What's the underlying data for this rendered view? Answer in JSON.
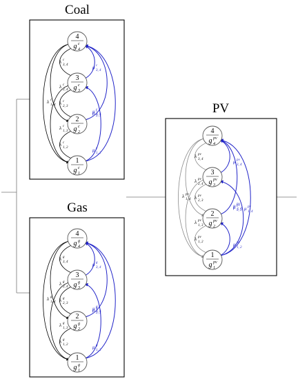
{
  "colors": {
    "forward": "#000000",
    "reverse": "#1f22c8",
    "box": "#000000",
    "pv_forward": "#8a8a8a"
  },
  "blocks": [
    {
      "key": "coal",
      "title": "Coal",
      "states": [
        {
          "num": "4",
          "g": "g",
          "sub": "4",
          "sup": "c"
        },
        {
          "num": "3",
          "g": "g",
          "sub": "3",
          "sup": "c"
        },
        {
          "num": "2",
          "g": "g",
          "sub": "2",
          "sup": "c"
        },
        {
          "num": "1",
          "g": "g",
          "sub": "1",
          "sup": "c"
        }
      ],
      "forward_labels": [
        {
          "sym": "λ",
          "sup": "c",
          "sub": "3, 4"
        },
        {
          "sym": "λ",
          "sup": "c",
          "sub": "2, 4"
        },
        {
          "sym": "λ",
          "sup": "c",
          "sub": "2, 3"
        },
        {
          "sym": "λ",
          "sup": "c",
          "sub": "1, 4"
        },
        {
          "sym": "λ",
          "sup": "c",
          "sub": "1, 3"
        },
        {
          "sym": "λ",
          "sup": "c",
          "sub": "1, 2"
        }
      ],
      "reverse_labels": [
        {
          "sym": "μ",
          "sup": "c",
          "sub": "3, 4"
        },
        {
          "sym": "μ",
          "sup": "c",
          "sub": "2, 4"
        },
        {
          "sym": "μ",
          "sup": "c",
          "sub": "2, 3"
        },
        {
          "sym": "μ",
          "sup": "c",
          "sub": "1, 2"
        }
      ]
    },
    {
      "key": "gas",
      "title": "Gas",
      "states": [
        {
          "num": "4",
          "g": "g",
          "sub": "4",
          "sup": "g"
        },
        {
          "num": "3",
          "g": "g",
          "sub": "3",
          "sup": "g"
        },
        {
          "num": "2",
          "g": "g",
          "sub": "2",
          "sup": "g"
        },
        {
          "num": "1",
          "g": "g",
          "sub": "1",
          "sup": "g"
        }
      ],
      "forward_labels": [
        {
          "sym": "λ",
          "sup": "g",
          "sub": "3, 4"
        },
        {
          "sym": "λ",
          "sup": "g",
          "sub": "2, 4"
        },
        {
          "sym": "λ",
          "sup": "g",
          "sub": "2, 3"
        },
        {
          "sym": "λ",
          "sup": "g",
          "sub": "1, 4"
        },
        {
          "sym": "λ",
          "sup": "g",
          "sub": "1, 3"
        },
        {
          "sym": "λ",
          "sup": "g",
          "sub": "1, 2"
        }
      ],
      "reverse_labels": [
        {
          "sym": "μ",
          "sup": "g",
          "sub": "3, 4"
        },
        {
          "sym": "μ",
          "sup": "g",
          "sub": "2, 4"
        },
        {
          "sym": "μ",
          "sup": "g",
          "sub": "2, 3"
        },
        {
          "sym": "μ",
          "sup": "g",
          "sub": "1, 2"
        }
      ]
    },
    {
      "key": "pv",
      "title": "PV",
      "states": [
        {
          "num": "4",
          "g": "g",
          "sub": "4",
          "sup": "pv"
        },
        {
          "num": "3",
          "g": "g",
          "sub": "3",
          "sup": "pv"
        },
        {
          "num": "2",
          "g": "g",
          "sub": "2",
          "sup": "pv"
        },
        {
          "num": "1",
          "g": "g",
          "sub": "1",
          "sup": "pv"
        }
      ],
      "forward_labels": [
        {
          "sym": "λ",
          "sup": "pv",
          "sub": "3, 4"
        },
        {
          "sym": "λ",
          "sup": "pv",
          "sub": "2, 4"
        },
        {
          "sym": "λ",
          "sup": "pv",
          "sub": "2, 3"
        },
        {
          "sym": "λ",
          "sup": "pv",
          "sub": "1, 4"
        },
        {
          "sym": "λ",
          "sup": "pv",
          "sub": "1, 3"
        },
        {
          "sym": "λ",
          "sup": "pv",
          "sub": "1, 2"
        }
      ],
      "reverse_labels": [
        {
          "sym": "μ",
          "sup": "pv",
          "sub": "3, 4"
        },
        {
          "sym": "μ",
          "sup": "pv",
          "sub": "2, 4"
        },
        {
          "sym": "μ",
          "sup": "pv",
          "sub": "2, 3"
        },
        {
          "sym": "μ",
          "sup": "pv",
          "sub": "1, 4"
        },
        {
          "sym": "μ",
          "sup": "pv",
          "sub": "1, 2"
        }
      ]
    }
  ]
}
